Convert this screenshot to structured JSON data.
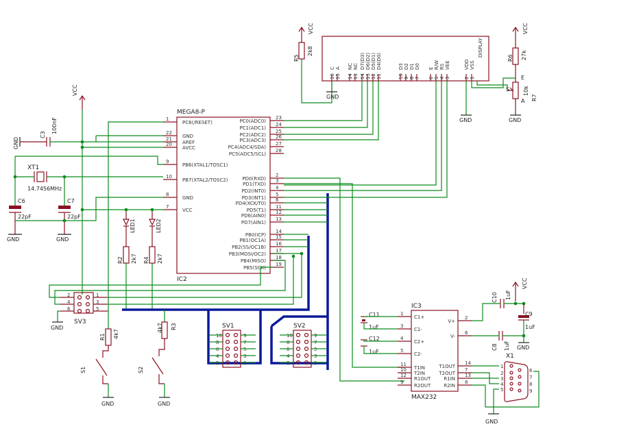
{
  "supply": {
    "vcc": "VCC",
    "gnd": "GND"
  },
  "ic2": {
    "name": "MEGA8-P",
    "ref": "IC2",
    "left_pins": [
      {
        "num": "1",
        "name": "PC6(/RESET)"
      },
      {
        "num": "22",
        "name": "GND"
      },
      {
        "num": "21",
        "name": "AREF"
      },
      {
        "num": "20",
        "name": "AVCC"
      },
      {
        "num": "9",
        "name": "PB6(XTAL1/TOSC1)"
      },
      {
        "num": "10",
        "name": "PB7(XTAL2/TOSC2)"
      },
      {
        "num": "8",
        "name": "GND"
      },
      {
        "num": "7",
        "name": "VCC"
      }
    ],
    "right_pins": [
      {
        "num": "23",
        "name": "PC0(ADC0)"
      },
      {
        "num": "24",
        "name": "PC1(ADC1)"
      },
      {
        "num": "25",
        "name": "PC2(ADC2)"
      },
      {
        "num": "26",
        "name": "PC3(ADC3)"
      },
      {
        "num": "27",
        "name": "PC4(ADC4/SDA)"
      },
      {
        "num": "28",
        "name": "PC5(ADC5/SCL)"
      },
      {
        "num": "2",
        "name": "PD0(RXD)"
      },
      {
        "num": "3",
        "name": "PD1(TXD)"
      },
      {
        "num": "4",
        "name": "PD2(INT0)"
      },
      {
        "num": "5",
        "name": "PD3(INT1)"
      },
      {
        "num": "6",
        "name": "PD4(XCK/T0)"
      },
      {
        "num": "11",
        "name": "PD5(T1)"
      },
      {
        "num": "12",
        "name": "PD6(AIN0)"
      },
      {
        "num": "13",
        "name": "PD7(AIN1)"
      },
      {
        "num": "14",
        "name": "PB0(ICP)"
      },
      {
        "num": "15",
        "name": "PB1(OC1A)"
      },
      {
        "num": "16",
        "name": "PB2(SS/OC1B)"
      },
      {
        "num": "17",
        "name": "PB3(MOSI/OC2)"
      },
      {
        "num": "18",
        "name": "PB4(MISO)"
      },
      {
        "num": "19",
        "name": "PB5(SCK)"
      }
    ]
  },
  "ic3": {
    "ref": "IC3",
    "name": "MAX232",
    "left_pins": [
      {
        "num": "1",
        "name": "C1+"
      },
      {
        "num": "3",
        "name": "C1-"
      },
      {
        "num": "4",
        "name": "C2+"
      },
      {
        "num": "5",
        "name": "C2-"
      },
      {
        "num": "11",
        "name": "T1IN"
      },
      {
        "num": "10",
        "name": "T2IN"
      },
      {
        "num": "12",
        "name": "R1OUT"
      },
      {
        "num": "9",
        "name": "R2OUT"
      }
    ],
    "right_pins": [
      {
        "num": "2",
        "name": "V+"
      },
      {
        "num": "6",
        "name": "V-"
      },
      {
        "num": "14",
        "name": "T1OUT"
      },
      {
        "num": "7",
        "name": "T2OUT"
      },
      {
        "num": "13",
        "name": "R1IN"
      },
      {
        "num": "8",
        "name": "R2IN"
      }
    ]
  },
  "lcd": {
    "pins": [
      {
        "num": "16",
        "name": "C"
      },
      {
        "num": "15",
        "name": "A"
      },
      {
        "num": "14",
        "name": "NC"
      },
      {
        "num": "13",
        "name": "NC"
      },
      {
        "num": "14",
        "name": "D7(D3)"
      },
      {
        "num": "13",
        "name": "D6(D2)"
      },
      {
        "num": "12",
        "name": "D5(D1)"
      },
      {
        "num": "11",
        "name": "D4(D0)"
      },
      {
        "num": "10",
        "name": "D3"
      },
      {
        "num": "9",
        "name": "D2"
      },
      {
        "num": "8",
        "name": "D1"
      },
      {
        "num": "7",
        "name": "D0"
      },
      {
        "num": "6",
        "name": "E"
      },
      {
        "num": "5",
        "name": "R/W"
      },
      {
        "num": "4",
        "name": "RS"
      },
      {
        "num": "3",
        "name": "VEE"
      },
      {
        "num": "2",
        "name": "VDD"
      },
      {
        "num": "1",
        "name": "VSS"
      }
    ],
    "logo": "DISPLAY"
  },
  "components": {
    "r5": {
      "ref": "R5",
      "value": "2k8"
    },
    "r6": {
      "ref": "R6",
      "value": "27k"
    },
    "r7": {
      "ref": "R7",
      "value": "10k"
    },
    "r7_s": "S",
    "r7_e": "E",
    "r7_a": "A",
    "c3": {
      "ref": "C3",
      "value": "100nF"
    },
    "xt1": {
      "ref": "XT1",
      "value": "14.7456MHz"
    },
    "c6": {
      "ref": "C6",
      "value": "22pF"
    },
    "c7": {
      "ref": "C7",
      "value": "22pF"
    },
    "led1": "LED1",
    "led2": "LED2",
    "r2": {
      "ref": "R2",
      "value": "2k7"
    },
    "r4": {
      "ref": "R4",
      "value": "2k7"
    },
    "r1": {
      "ref": "R1",
      "value": "4k7"
    },
    "r3": {
      "ref": "R3",
      "value": "4k7"
    },
    "s1": "S1",
    "s2": "S2",
    "sv1": "SV1",
    "sv2": "SV2",
    "sv3": "SV3",
    "c11": {
      "ref": "C11",
      "value": "1uF"
    },
    "c12": {
      "ref": "C12",
      "value": "1uF"
    },
    "c10": {
      "ref": "C10",
      "value": "1uF"
    },
    "c9": {
      "ref": "C9",
      "value": "1uF"
    },
    "c8": {
      "ref": "C8",
      "value": "1uF"
    },
    "x1": "X1"
  },
  "headers": {
    "sv_pins_left": [
      "10",
      "8",
      "6",
      "4",
      "2"
    ],
    "sv_pins_right": [
      "9",
      "7",
      "5",
      "3",
      "1"
    ],
    "sv3_left": [
      "2",
      "4",
      "6"
    ],
    "sv3_right": [
      "1",
      "3",
      "5"
    ]
  },
  "dsub": {
    "left": [
      "1",
      "2",
      "3",
      "4",
      "5"
    ],
    "right": [
      "6",
      "7",
      "8",
      "9"
    ]
  },
  "colors": {
    "part": "#8a1020",
    "net": "#0a8a1a",
    "bus": "#0a1a9a"
  }
}
